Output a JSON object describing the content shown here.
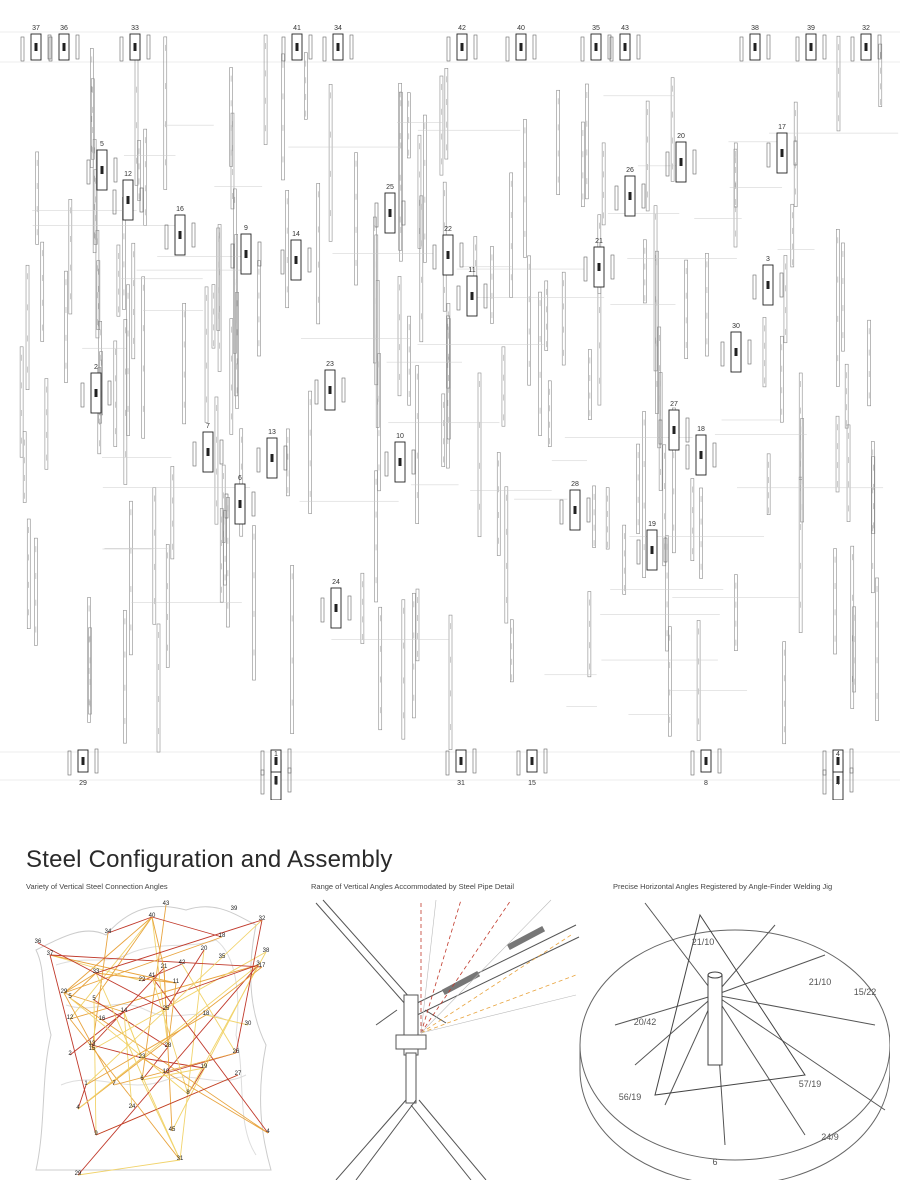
{
  "top_labels": [
    "37",
    "36",
    "33",
    "41",
    "34",
    "42",
    "40",
    "35",
    "43",
    "38",
    "39",
    "32"
  ],
  "node_labels": [
    "5",
    "12",
    "16",
    "9",
    "14",
    "25",
    "22",
    "11",
    "23",
    "2",
    "7",
    "13",
    "6",
    "10",
    "24",
    "28",
    "19",
    "27",
    "18",
    "30",
    "3",
    "17",
    "20",
    "26",
    "21",
    "1",
    "4"
  ],
  "bottom_labels": [
    "29",
    "1",
    "31",
    "15",
    "8",
    "4"
  ],
  "section": {
    "title": "Steel Configuration and Assembly",
    "captions": [
      "Variety of Vertical Steel Connection Angles",
      "Range of Vertical Angles Accommodated by Steel Pipe Detail",
      "Precise Horizontal Angles Registered by Angle-Finder Welding Jig"
    ]
  },
  "panel1_labels": [
    "36",
    "37",
    "34",
    "33",
    "40",
    "43",
    "39",
    "32",
    "38",
    "42",
    "20",
    "35",
    "41",
    "21",
    "29",
    "22",
    "5",
    "3",
    "25",
    "15",
    "16",
    "14",
    "5",
    "30",
    "26",
    "2",
    "13",
    "17",
    "23",
    "27",
    "28",
    "4",
    "19",
    "24",
    "8",
    "45",
    "31",
    "6",
    "4",
    "29",
    "9",
    "12",
    "7",
    "1",
    "11",
    "10",
    "18",
    "18"
  ],
  "panel3_labels": [
    "21/10",
    "21/10",
    "56/19",
    "57/19",
    "15/22",
    "20/42",
    "6",
    "24/9"
  ],
  "colors": {
    "red": "#c0392b",
    "orange": "#e8a33d",
    "yellow": "#f1d36b",
    "line": "#8c8c8c"
  }
}
